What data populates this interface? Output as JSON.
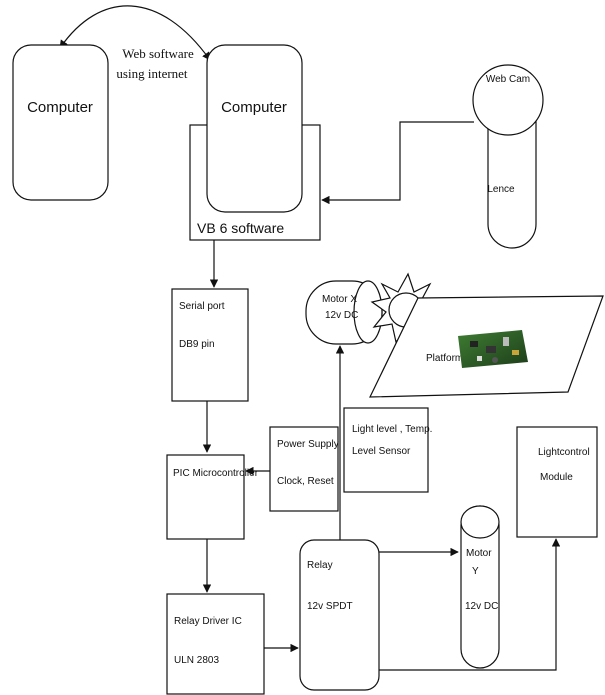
{
  "labels": {
    "web_software": "Web software",
    "using_internet": "using internet",
    "computer_left": "Computer",
    "computer_right": "Computer",
    "vb6": "VB 6 software",
    "web_cam": "Web Cam",
    "lence": "Lence",
    "serial_port": "Serial port",
    "db9_pin": "DB9 pin",
    "motor_x": "Motor X",
    "motor_x_spec": "12v DC",
    "platform": "Platform",
    "sensor_line1": "Light level , Temp.",
    "sensor_line2": "Level Sensor",
    "lightcontrol_line1": "Lightcontrol",
    "lightcontrol_line2": "Module",
    "power_supply": "Power Supply",
    "clock_reset": "Clock, Reset",
    "pic": "PIC Microcontroller",
    "relay": "Relay",
    "relay_spec": "12v SPDT",
    "motor_y_line1": "Motor",
    "motor_y_line2": "Y",
    "motor_y_spec": "12v DC",
    "relay_driver": "Relay Driver IC",
    "uln": "ULN 2803"
  },
  "colors": {
    "stroke": "#111111",
    "background": "#ffffff",
    "sun": "#ffffff",
    "pcb_green": "#2f6b2a",
    "pcb_dark": "#1d3d1a"
  },
  "icons": [
    "sun-icon",
    "circuit-board-photo",
    "arrowhead-icon"
  ]
}
